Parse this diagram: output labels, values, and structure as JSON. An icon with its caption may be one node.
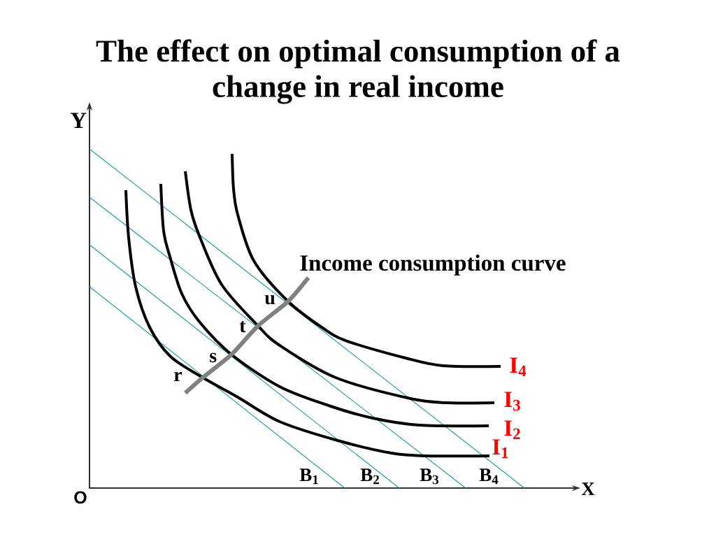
{
  "diagram": {
    "title": "The effect on optimal consumption of a change in real income",
    "labels": [
      "Y",
      "Income consumption curve",
      "u",
      "t",
      "s",
      "I$_{4}$",
      "r",
      "I$_{3}$",
      "I$_{2}$",
      "I$_{1}$",
      "B$_{1}$",
      "B$_{2}$",
      "B$_{3}$",
      "B$_{4}$",
      "X",
      "O"
    ]
  }
}
